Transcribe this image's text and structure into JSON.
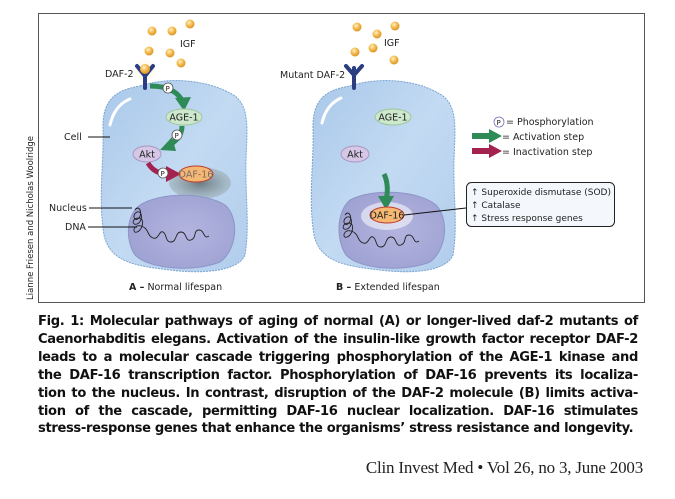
{
  "figure": {
    "credit": "Lianne Friesen and Nicholas Woolridge",
    "panel_a": {
      "ligand_label": "IGF",
      "receptor_label": "DAF-2",
      "age1_label": "AGE-1",
      "akt_label": "Akt",
      "daf16_label": "DAF-16",
      "phospho_symbol": "P",
      "cell_label": "Cell",
      "nucleus_label": "Nucleus",
      "dna_label": "DNA",
      "title_letter": "A –",
      "title_text": " Normal lifespan"
    },
    "panel_b": {
      "ligand_label": "IGF",
      "receptor_label": "Mutant DAF-2",
      "age1_label": "AGE-1",
      "akt_label": "Akt",
      "daf16_label": "DAF-16",
      "title_letter": "B –",
      "title_text": " Extended lifespan"
    },
    "legend": {
      "phospho_symbol": "P",
      "phosphorylation": "= Phosphorylation",
      "activation": "= Activation step",
      "inactivation": "= Inactivation step"
    },
    "gene_box": {
      "items": [
        "↑ Superoxide dismutase (SOD)",
        "↑ Catalase",
        "↑ Stress response genes"
      ]
    },
    "colors": {
      "activation": "#2e8b57",
      "inactivation": "#a3224f",
      "receptor": "#2c3e82",
      "igf": "#f2b441",
      "cell": "#b9d4ef",
      "nucleus": "#a7a9d6",
      "age1": "#cde8cc",
      "akt": "#d7c7e6",
      "daf16": "#f5b873"
    }
  },
  "caption": {
    "lines": [
      "Fig. 1: Molecular pathways of aging of normal (A) or longer-lived daf-2 mutants of",
      "Caenorhabditis elegans. Activation of the insulin-like growth factor receptor DAF-2",
      "leads to a molecular cascade triggering phosphorylation of the AGE-1 kinase and",
      "the DAF-16 transcription factor. Phosphorylation of DAF-16 prevents its localiza-",
      "tion to the nucleus. In contrast, disruption of the DAF-2 molecule (B) limits activa-",
      "tion of the cascade, permitting DAF-16 nuclear localization. DAF-16 stimulates",
      "stress-response genes that enhance the organisms’ stress resistance and longevity."
    ]
  },
  "citation": "Clin Invest Med • Vol 26, no 3, June 2003"
}
